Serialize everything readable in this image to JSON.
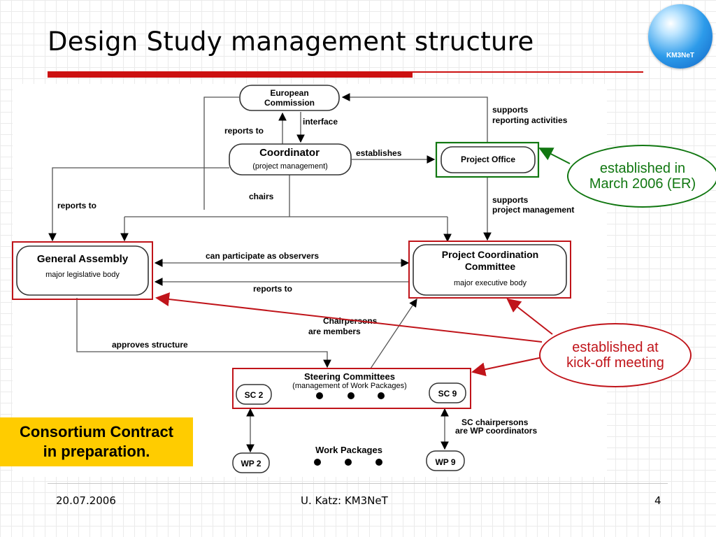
{
  "slide": {
    "title": "Design Study management structure",
    "logo_text": "KM3NeT"
  },
  "colors": {
    "accent_red": "#cc1111",
    "highlight_green": "#117711",
    "highlight_box_red": "#c0141a",
    "consortium_yellow": "#ffcc00"
  },
  "nodes": {
    "european_commission": [
      "European",
      "Commission"
    ],
    "coordinator_title": "Coordinator",
    "coordinator_sub": "(project management)",
    "project_office": "Project Office",
    "general_assembly_title": "General Assembly",
    "general_assembly_sub": "major legislative body",
    "pcc_title": [
      "Project Coordination",
      "Committee"
    ],
    "pcc_sub": "major executive body",
    "steering_title": "Steering Committees",
    "steering_sub": "(management of Work Packages)",
    "sc2": "SC 2",
    "sc9": "SC 9",
    "work_packages": "Work Packages",
    "wp2": "WP 2",
    "wp9": "WP 9"
  },
  "edges": {
    "reports_to_ec": "reports to",
    "interface": "interface",
    "establishes": "establishes",
    "supports_reporting": [
      "supports",
      "reporting activities"
    ],
    "supports_pm": [
      "supports",
      "project management"
    ],
    "chairs": "chairs",
    "reports_to_ga_left": "reports to",
    "observers": "can participate as observers",
    "reports_to_pcc": "reports to",
    "chairpersons_members": [
      "Chairpersons",
      "are members"
    ],
    "approves_structure": "approves structure",
    "sc_chairpersons": [
      "SC chairpersons",
      "are WP coordinators"
    ]
  },
  "callouts": {
    "established_er": [
      "established in",
      "March 2006 (ER)"
    ],
    "established_kickoff": [
      "established at",
      "kick-off meeting"
    ],
    "consortium": [
      "Consortium Contract",
      "in preparation."
    ]
  },
  "footer": {
    "date": "20.07.2006",
    "author": "U. Katz: KM3NeT",
    "page": "4"
  }
}
